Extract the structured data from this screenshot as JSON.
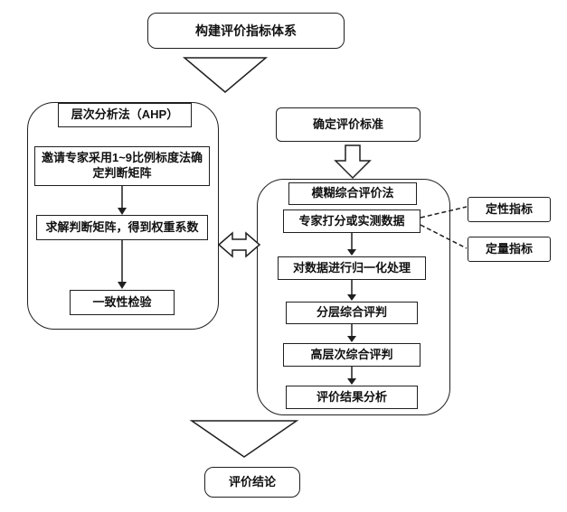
{
  "diagram": {
    "top": {
      "label": "构建评价指标体系"
    },
    "ahp": {
      "title": "层次分析法（AHP）",
      "steps": [
        {
          "label": "邀请专家采用1~9比例标度法确定判断矩阵"
        },
        {
          "label": "求解判断矩阵，得到权重系数"
        },
        {
          "label": "一致性检验"
        }
      ]
    },
    "criteria": {
      "label": "确定评价标准"
    },
    "fuzzy": {
      "title": "模糊综合评价法",
      "steps": [
        {
          "label": "专家打分或实测数据"
        },
        {
          "label": "对数据进行归一化处理"
        },
        {
          "label": "分层综合评判"
        },
        {
          "label": "高层次综合评判"
        },
        {
          "label": "评价结果分析"
        }
      ]
    },
    "indicators": [
      {
        "label": "定性指标"
      },
      {
        "label": "定量指标"
      }
    ],
    "conclusion": {
      "label": "评价结论"
    },
    "colors": {
      "line": "#1f1f1f",
      "fill": "#ffffff"
    }
  }
}
